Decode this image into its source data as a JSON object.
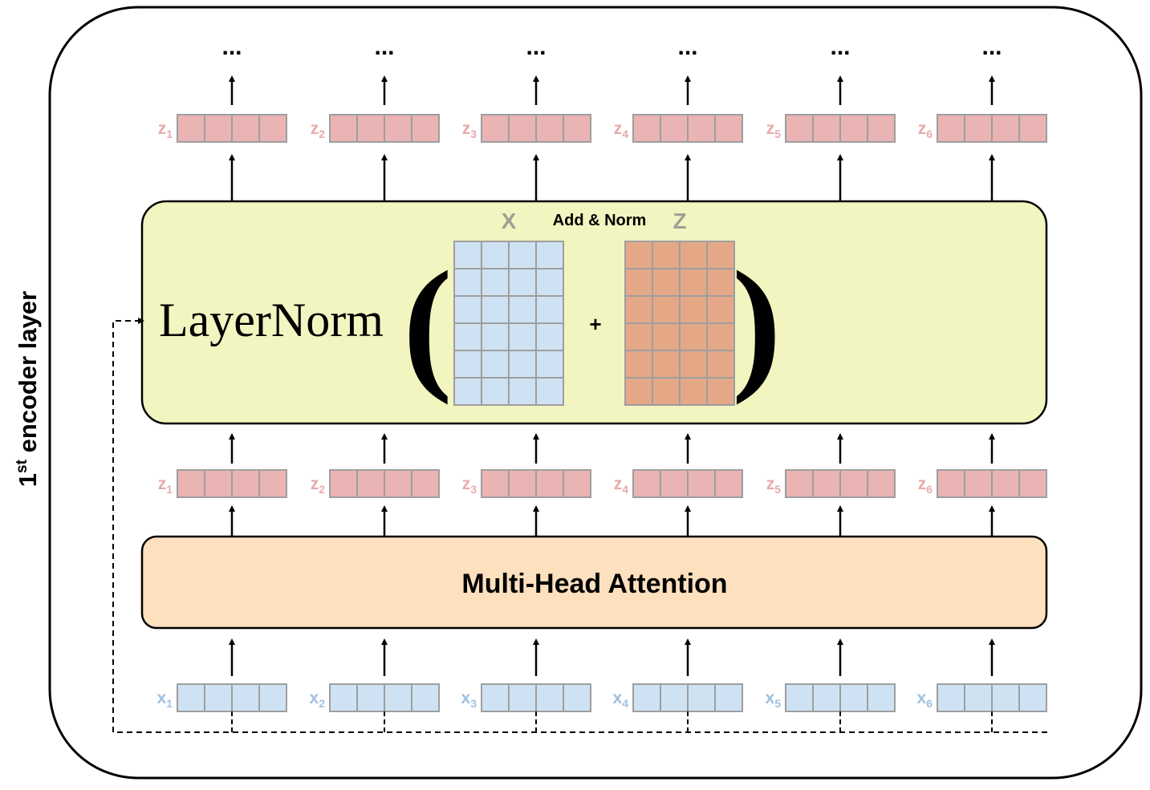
{
  "layer_label": {
    "prefix": "1",
    "superscript": "st",
    "suffix": " encoder layer"
  },
  "ellipsis": "...",
  "tokens": [
    {
      "x": "x",
      "z": "z",
      "sub": "1"
    },
    {
      "x": "x",
      "z": "z",
      "sub": "2"
    },
    {
      "x": "x",
      "z": "z",
      "sub": "3"
    },
    {
      "x": "x",
      "z": "z",
      "sub": "4"
    },
    {
      "x": "x",
      "z": "z",
      "sub": "5"
    },
    {
      "x": "x",
      "z": "z",
      "sub": "6"
    }
  ],
  "add_norm": {
    "title": "Add & Norm",
    "formula_name": "LayerNorm",
    "open_paren": "(",
    "close_paren": ")",
    "plus": "+",
    "matrix_x_label": "X",
    "matrix_z_label": "Z"
  },
  "attention": {
    "label": "Multi-Head Attention"
  },
  "colors": {
    "x_vector_fill": "#cfe2f3",
    "z_vector_fill": "#eab4b4",
    "z_matrix_fill": "#e4a887",
    "add_norm_fill": "#f2f5bf",
    "attention_fill": "#fde0bd",
    "x_label": "#9fc0e0",
    "z_label": "#e8aaaa",
    "matrix_label": "#a0a096",
    "cell_border": "#9e9e9e"
  }
}
